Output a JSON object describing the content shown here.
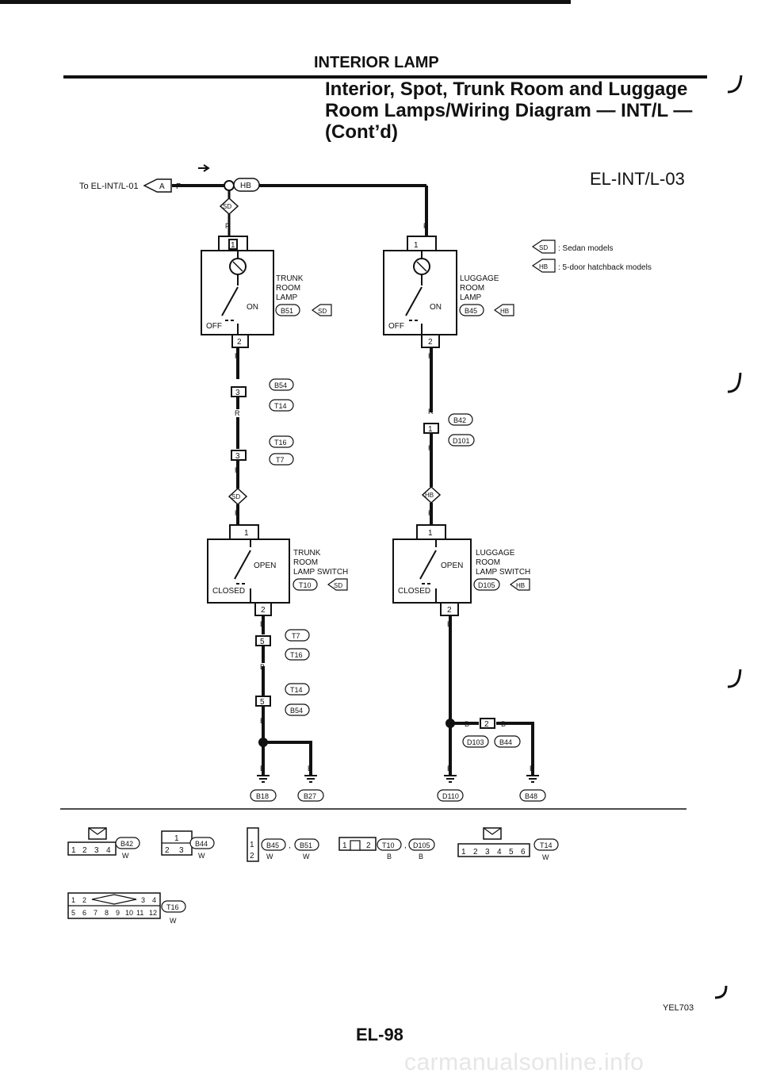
{
  "header": {
    "section_title": "INTERIOR LAMP",
    "title_lines": [
      "Interior, Spot, Trunk Room and Luggage",
      "Room Lamps/Wiring Diagram — INT/L —",
      "(Cont’d)"
    ],
    "diagram_code": "EL-INT/L-03"
  },
  "legend": {
    "sd": {
      "badge": "SD",
      "text": ": Sedan models"
    },
    "hb": {
      "badge": "HB",
      "text": ": 5-door hatchback models"
    }
  },
  "source": {
    "text": "To EL-INT/L-01",
    "connector": "A",
    "wire": "P"
  },
  "top_wire": {
    "sd_badge": "SD",
    "hb_badge": "HB",
    "left_color": "P",
    "right_color": "P"
  },
  "trunk_lamp": {
    "label_lines": [
      "TRUNK",
      "ROOM",
      "LAMP"
    ],
    "connector": "B51",
    "model": "SD",
    "pin_top": "1",
    "pin_bottom": "2",
    "on": "ON",
    "off": "OFF"
  },
  "luggage_lamp": {
    "label_lines": [
      "LUGGAGE",
      "ROOM",
      "LAMP"
    ],
    "connector": "B45",
    "model": "HB",
    "pin_top": "1",
    "pin_bottom": "2",
    "on": "ON",
    "off": "OFF"
  },
  "left_chain": {
    "wire": "R",
    "joint1": {
      "pin": "3",
      "top": "B54",
      "bottom": "T14"
    },
    "joint2": {
      "pin": "3",
      "top": "T16",
      "bottom": "T7"
    },
    "model": "SD"
  },
  "right_chain": {
    "wire": "R",
    "joint1": {
      "pin": "1",
      "top": "B42",
      "bottom": "D101"
    },
    "model": "HB"
  },
  "trunk_switch": {
    "label_lines": [
      "TRUNK",
      "ROOM",
      "LAMP SWITCH"
    ],
    "connector": "T10",
    "model": "SD",
    "pin_top": "1",
    "pin_bottom": "2",
    "open": "OPEN",
    "closed": "CLOSED"
  },
  "luggage_switch": {
    "label_lines": [
      "LUGGAGE",
      "ROOM",
      "LAMP SWITCH"
    ],
    "connector": "D105",
    "model": "HB",
    "pin_top": "1",
    "pin_bottom": "2",
    "open": "OPEN",
    "closed": "CLOSED"
  },
  "left_ground_chain": {
    "wire": "B",
    "joint1": {
      "pin": "5",
      "top": "T7",
      "bottom": "T16"
    },
    "joint2": {
      "pin": "5",
      "top": "T14",
      "bottom": "B54"
    },
    "grounds": [
      "B18",
      "B27"
    ]
  },
  "right_ground_chain": {
    "wire": "B",
    "joint": {
      "pin": "2",
      "left": "D103",
      "right": "B44"
    },
    "grounds": [
      "D110",
      "B48"
    ]
  },
  "connector_views": [
    {
      "cells": [
        "1",
        "2",
        "3",
        "4"
      ],
      "codes": [
        "B42"
      ],
      "colors": [
        "W"
      ]
    },
    {
      "cells": [
        "1",
        "2",
        "3"
      ],
      "codes": [
        "B44"
      ],
      "colors": [
        "W"
      ]
    },
    {
      "cells": [
        "1",
        "2"
      ],
      "codes": [
        "B45",
        "B51"
      ],
      "colors": [
        "W",
        "W"
      ]
    },
    {
      "cells": [
        "1",
        "2"
      ],
      "codes": [
        "T10",
        "D105"
      ],
      "colors": [
        "B",
        "B"
      ]
    },
    {
      "cells": [
        "1",
        "2",
        "3",
        "4",
        "5",
        "6"
      ],
      "codes": [
        "T14"
      ],
      "colors": [
        "W"
      ]
    },
    {
      "cells": [
        "1",
        "2",
        "3",
        "4",
        "5",
        "6",
        "7",
        "8",
        "9",
        "10",
        "11",
        "12"
      ],
      "codes": [
        "T16"
      ],
      "colors": [
        "W"
      ]
    }
  ],
  "footer": {
    "figure_code": "YEL703",
    "page_number": "EL-98",
    "watermark": "carmanualsonline.info"
  }
}
